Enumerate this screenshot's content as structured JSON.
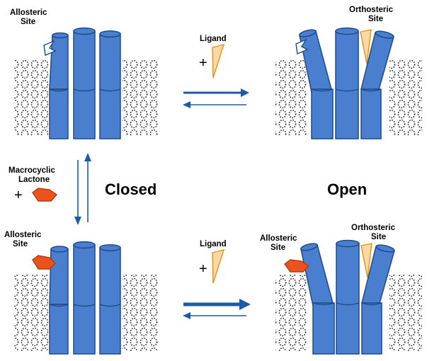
{
  "labels": {
    "allosteric_site": "Allosteric Site",
    "orthosteric_site": "Orthosteric Site",
    "ligand": "Ligand",
    "macrocyclic_lactone": "Macrocyclic Lactone",
    "plus": "+",
    "closed": "Closed",
    "open": "Open"
  },
  "colors": {
    "helix_fill": "#4a7fcf",
    "helix_stroke": "#1e4a8a",
    "arrow": "#1f5aa6",
    "ligand_fill": "#fcd9a2",
    "ligand_stroke": "#e0931f",
    "lactone_fill": "#e8541c",
    "lactone_stroke": "#b8380d",
    "membrane_stroke": "#222222"
  }
}
